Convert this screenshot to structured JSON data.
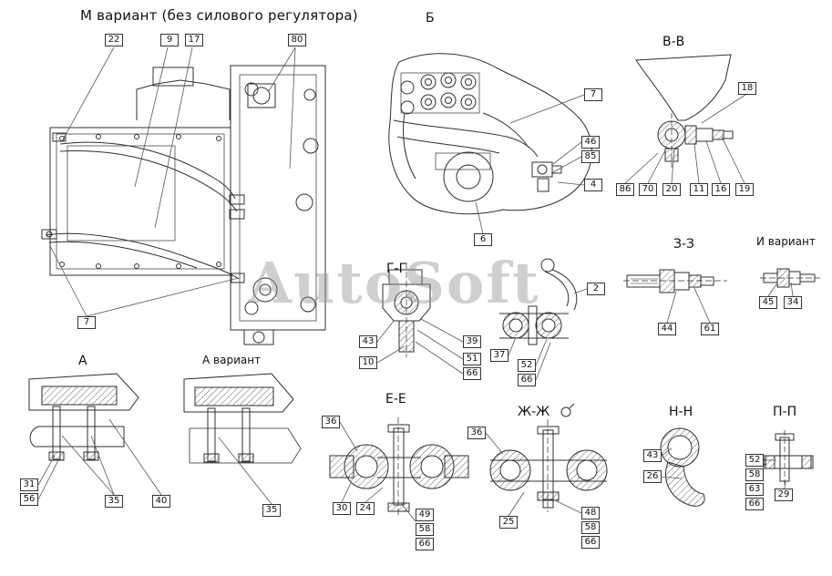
{
  "title": "М вариант (без силового регулятора)",
  "watermark": "AutoSoft",
  "icons": {
    "zh_section_mark": "circle-view-mark"
  },
  "colors": {
    "line": "#2f2f2f",
    "watermark_gray": "#8f8f8f"
  },
  "sections": {
    "main": {
      "callouts": [
        "22",
        "9",
        "17",
        "80",
        "7"
      ]
    },
    "b": {
      "label": "Б",
      "callouts": [
        "7",
        "46",
        "85",
        "4",
        "6"
      ]
    },
    "vv": {
      "label": "В-В",
      "callouts": [
        "18",
        "86",
        "70",
        "20",
        "11",
        "16",
        "19"
      ]
    },
    "zz": {
      "label": "З-З",
      "callouts": [
        "44",
        "61"
      ]
    },
    "iv": {
      "label": "И вариант",
      "callouts": [
        "45",
        "34"
      ]
    },
    "gg": {
      "label": "Г-Г",
      "callouts": [
        "43",
        "10",
        "39",
        "51",
        "66",
        "2",
        "37",
        "52",
        "66"
      ]
    },
    "a": {
      "label": "А",
      "callouts": [
        "31",
        "56",
        "35",
        "40"
      ]
    },
    "av": {
      "label": "А вариант",
      "callouts": [
        "35"
      ]
    },
    "ee": {
      "label": "Е-Е",
      "callouts": [
        "36",
        "30",
        "24",
        "49",
        "58",
        "66"
      ]
    },
    "zh": {
      "label": "Ж-Ж",
      "callouts": [
        "36",
        "25",
        "48",
        "58",
        "66"
      ]
    },
    "nn": {
      "label": "Н-Н",
      "callouts": [
        "43",
        "26"
      ]
    },
    "pp": {
      "label": "П-П",
      "callouts": [
        "52",
        "58",
        "63",
        "66",
        "29"
      ]
    }
  }
}
